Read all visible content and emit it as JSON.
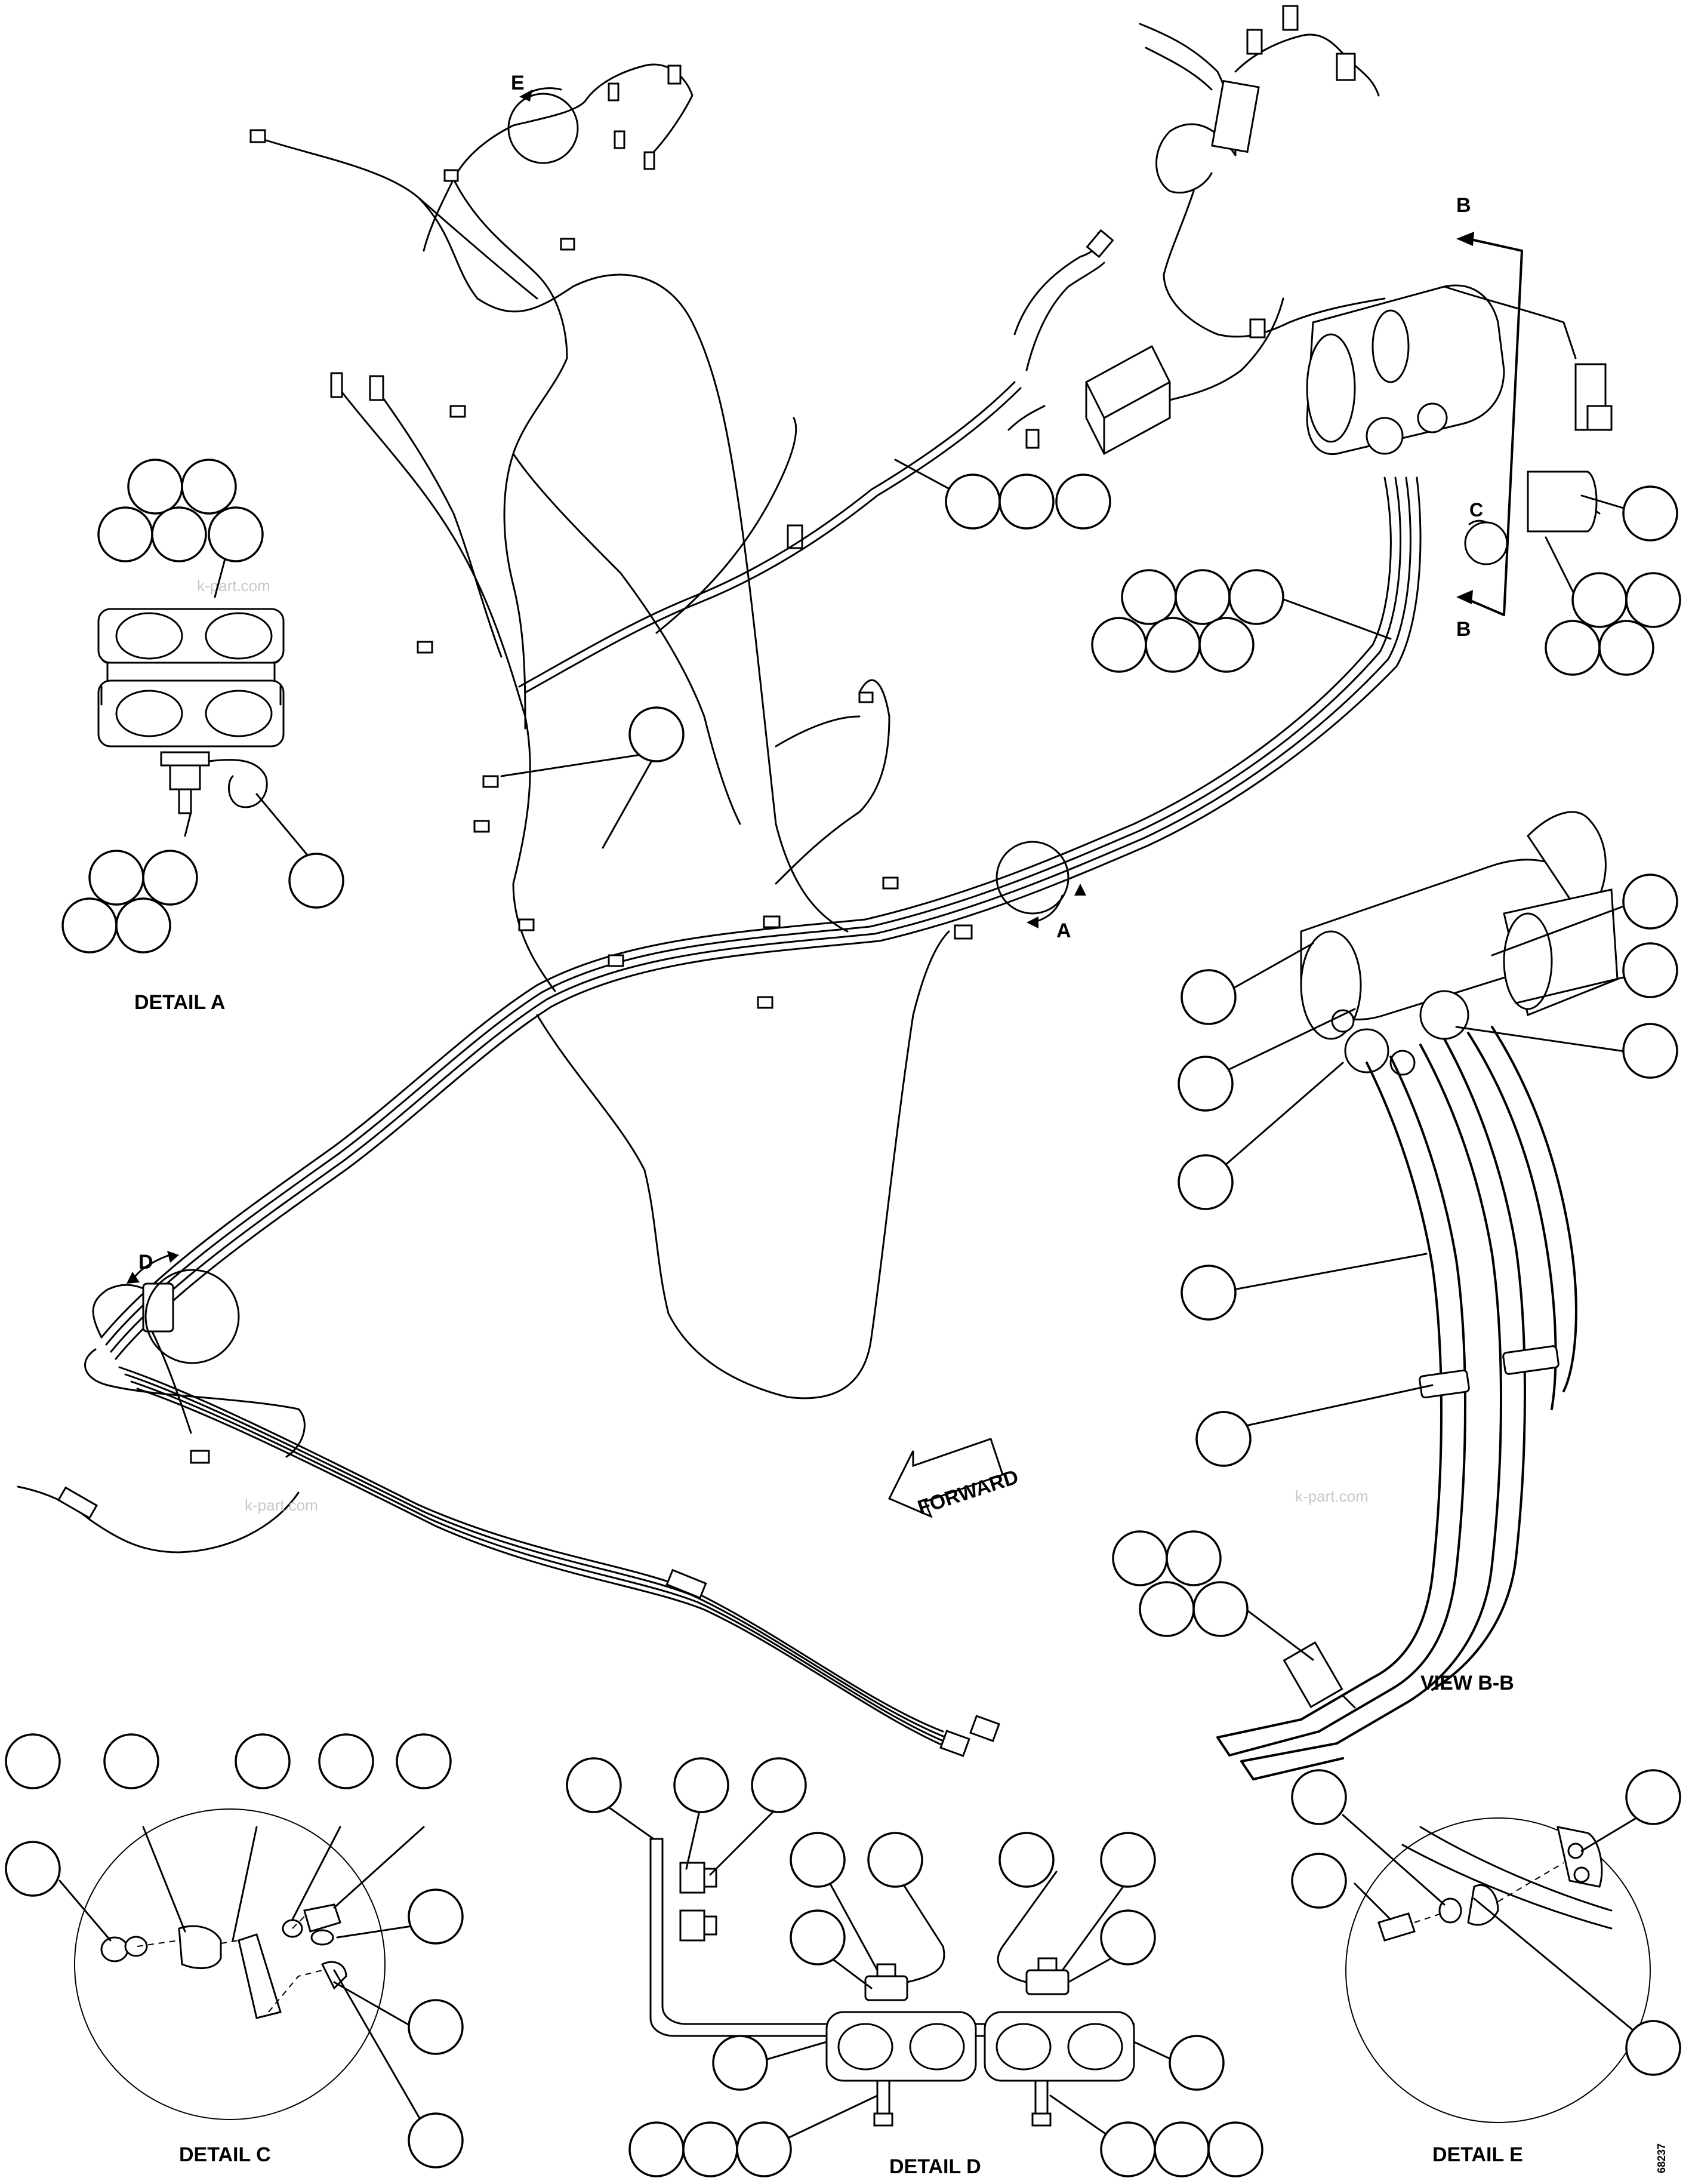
{
  "labels": {
    "detail_a": "DETAIL A",
    "detail_c": "DETAIL C",
    "detail_d": "DETAIL D",
    "detail_e": "DETAIL E",
    "view_bb": "VIEW B-B",
    "forward": "FORWARD",
    "section_a": "A",
    "section_b_top": "B",
    "section_b_bottom": "B",
    "section_c": "C",
    "section_d": "D",
    "section_e": "E",
    "figure_number": "68237"
  },
  "watermark": "k-part.com"
}
